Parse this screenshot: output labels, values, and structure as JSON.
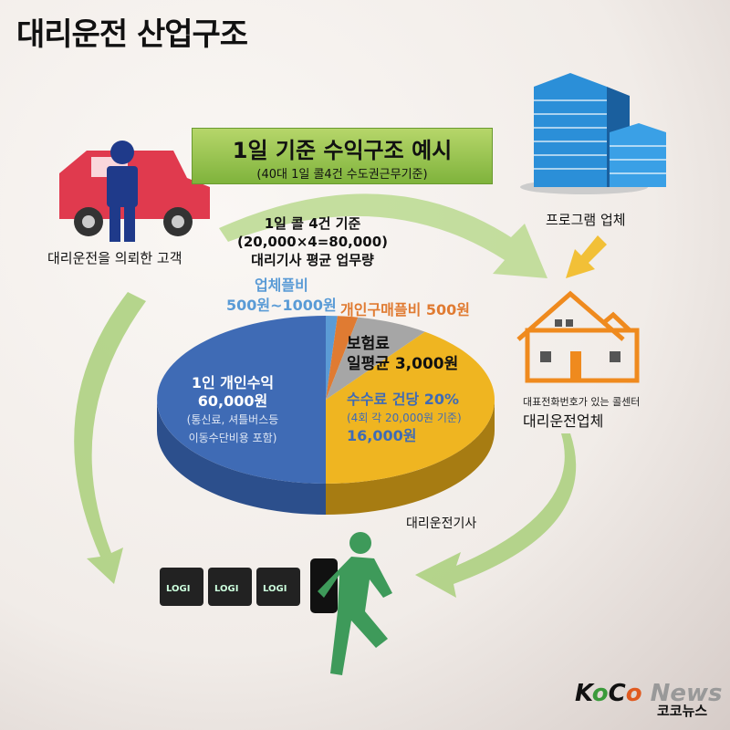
{
  "title": "대리운전 산업구조",
  "banner": {
    "heading": "1일 기준 수익구조 예시",
    "sub": "(40대 1일 콜4건 수도권근무기준)"
  },
  "customer_label": "대리운전을 의뢰한 고객",
  "program_label": "프로그램 업체",
  "workload": {
    "line1": "1일 콜 4건 기준",
    "line2": "(20,000×4=80,000)",
    "line3": "대리기사 평균 업무량"
  },
  "callcenter": {
    "sub": "대표전화번호가 있는 콜센터",
    "main": "대리운전업체"
  },
  "driver_label": "대리운전기사",
  "pie": {
    "agency_fee": {
      "line1": "업체플비",
      "line2": "500원~1000원",
      "color": "#5b9bd5"
    },
    "purchase_fee": {
      "label": "개인구매플비 500원",
      "color": "#e07b32"
    },
    "insurance": {
      "line1": "보험료",
      "line2": "일평균 3,000원",
      "color": "#a6a6a6"
    },
    "commission": {
      "line1": "수수료 건당 20%",
      "line2": "(4회 각 20,000원 기준)",
      "line3": "16,000원",
      "color": "#efb521"
    },
    "income": {
      "line1": "1인 개인수익",
      "line2": "60,000원",
      "line3": "(통신료, 셔틀버스등",
      "line4": "이동수단비용 포함)",
      "color": "#3f6bb5"
    }
  },
  "device_brand": "LOGI",
  "logo": {
    "text": "KoCo News",
    "korean": "코코뉴스"
  }
}
